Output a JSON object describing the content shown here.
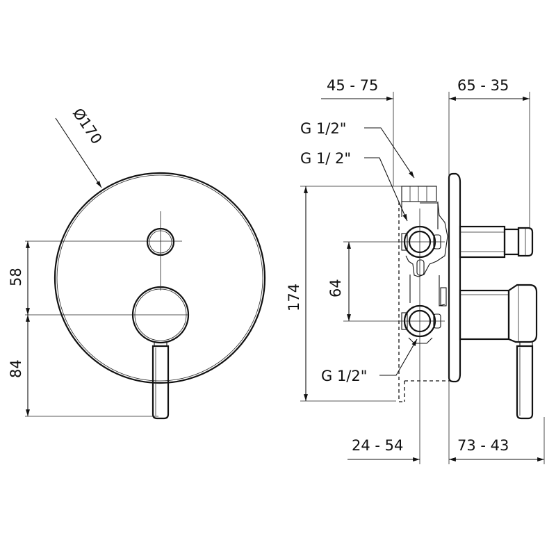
{
  "front_view": {
    "diameter": "Ø170",
    "dim_upper": "58",
    "dim_lower": "84"
  },
  "side_view": {
    "top_left_range": "45 - 75",
    "top_right_range": "65 - 35",
    "bottom_left_range": "24 - 54",
    "bottom_right_range": "73 - 43",
    "overall_height": "174",
    "port_spacing": "64",
    "thread_top_1": "G 1/2\"",
    "thread_top_2": "G 1/ 2\"",
    "thread_bottom": "G 1/2\""
  }
}
